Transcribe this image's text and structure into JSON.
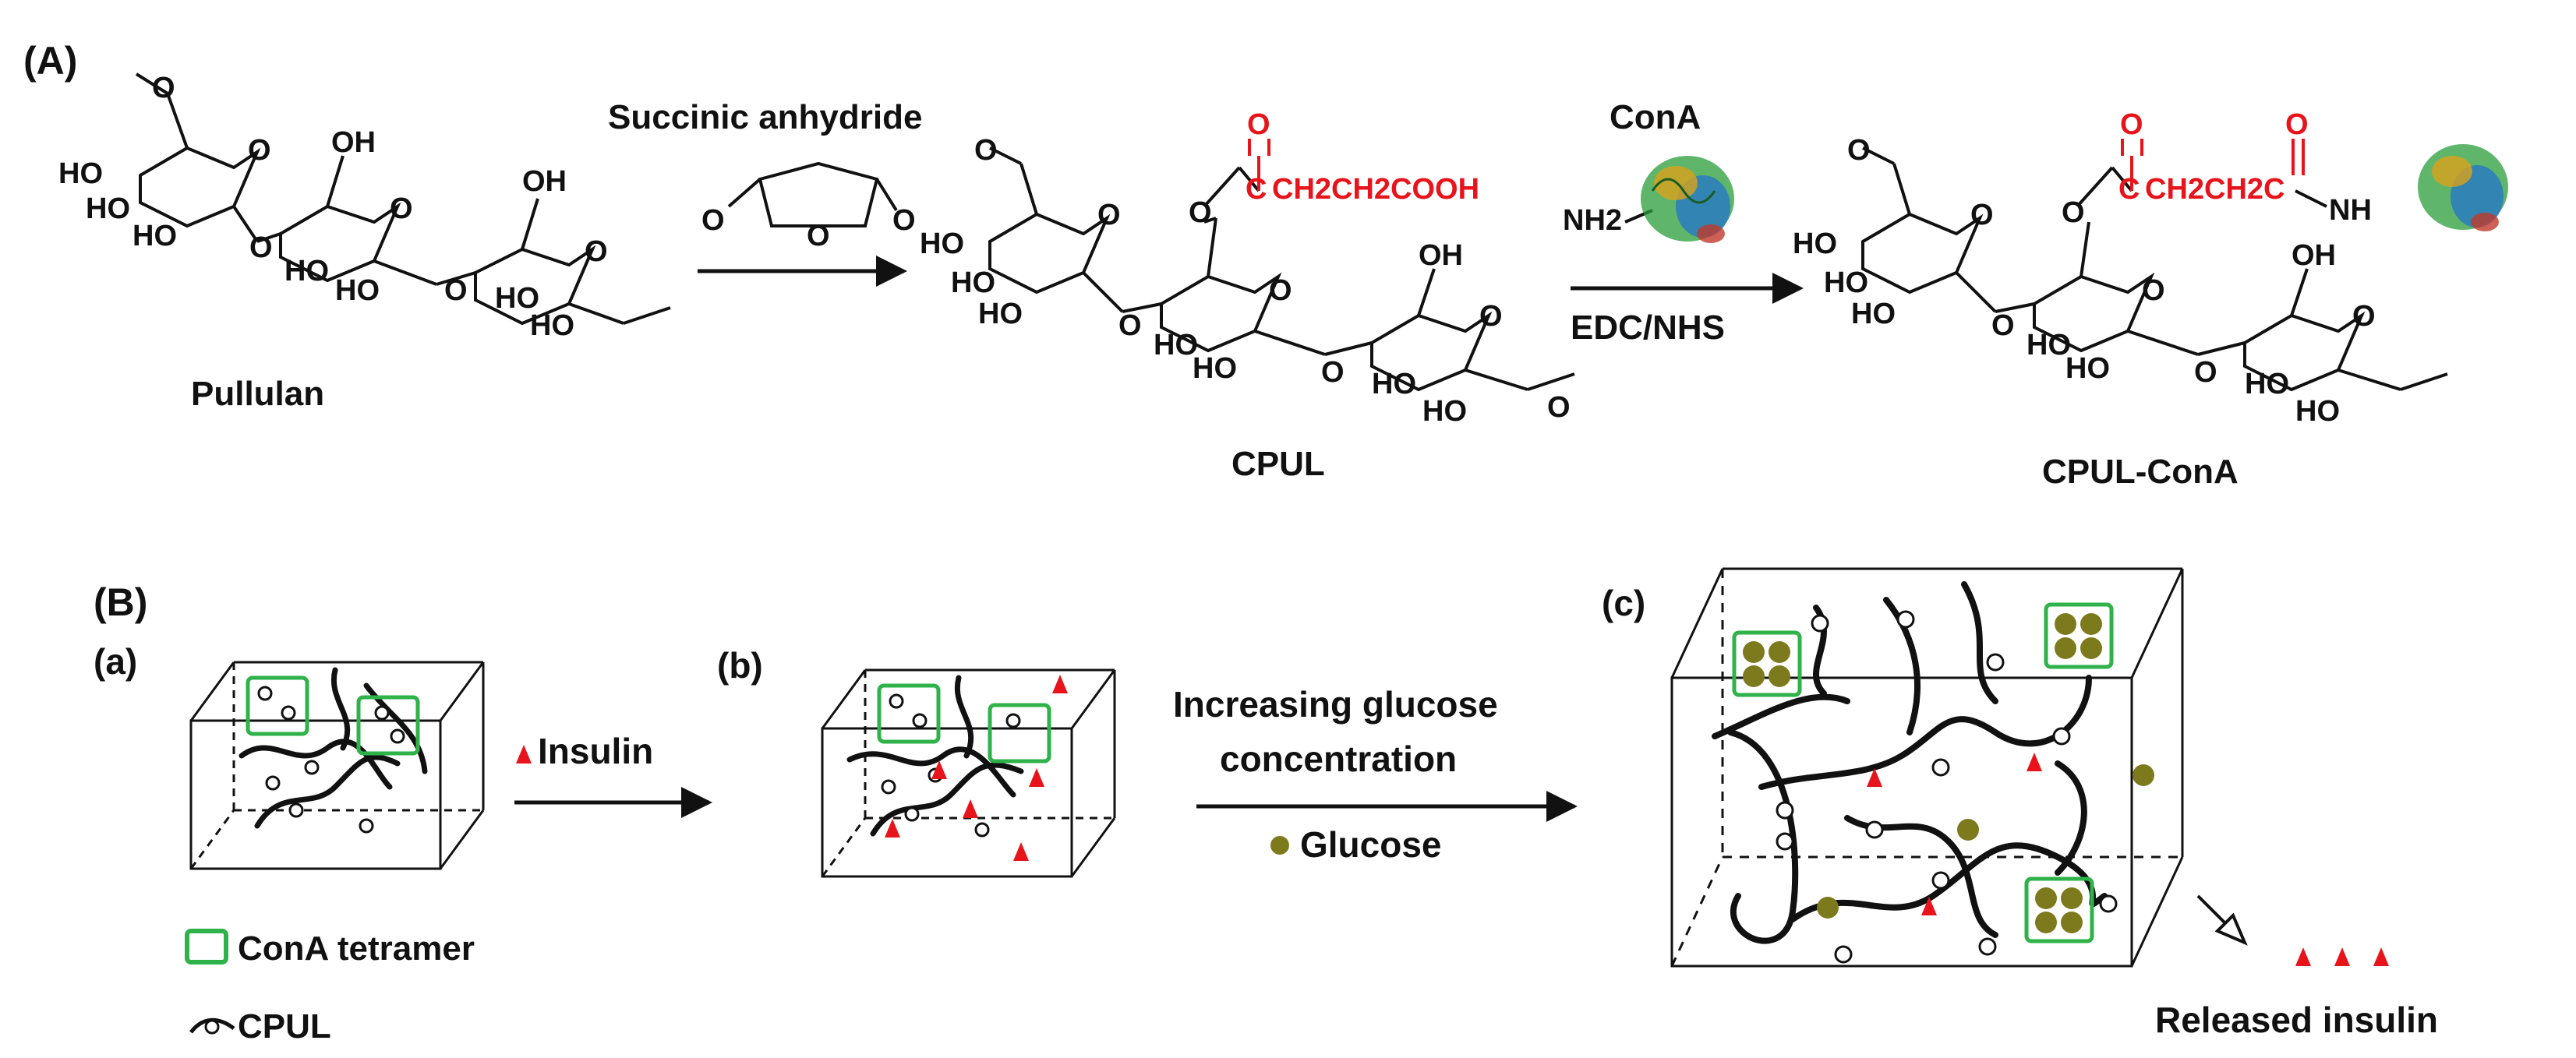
{
  "colors": {
    "ink": "#111111",
    "accent_red": "#e8141c",
    "cona_green": "#2fb24a",
    "glucose_olive": "#7d7a1e",
    "protein_mix": [
      "#2a9d3a",
      "#1f6fd1",
      "#d9a31b",
      "#c0392b"
    ]
  },
  "panel_A": {
    "label": "(A)",
    "reagent1": "Succinic anhydride",
    "reagent2_top": "ConA",
    "reagent2_bottom": "EDC/NHS",
    "names": {
      "start": "Pullulan",
      "mid": "CPUL",
      "end": "CPUL-ConA"
    },
    "atoms": {
      "o": "O",
      "oh": "OH",
      "ho": "HO",
      "nh2": "NH2",
      "nh": "NH",
      "carbonyl": "C",
      "chain_cooh": "CH2CH2COOH",
      "chain_c": "CH2CH2C"
    }
  },
  "panel_B": {
    "label": "(B)",
    "sub_a": "(a)",
    "sub_b": "(b)",
    "sub_c": "(c)",
    "insulin_legend": "Insulin",
    "arrow2_line1": "Increasing glucose",
    "arrow2_line2": "concentration",
    "glucose_legend": "Glucose",
    "legend_cona": "ConA tetramer",
    "legend_cpul": "CPUL",
    "released": "Released insulin"
  }
}
